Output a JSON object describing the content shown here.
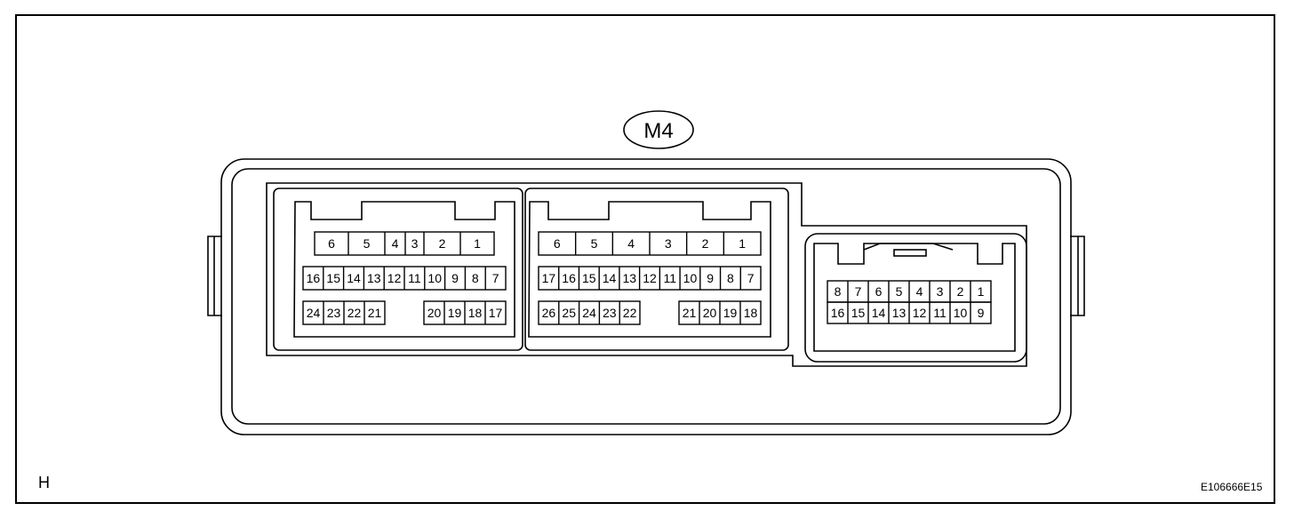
{
  "connector_label": "M4",
  "corner_label": "H",
  "figure_code": "E106666E15",
  "connector_a": {
    "row1": [
      "6",
      "5",
      "4",
      "3",
      "2",
      "1"
    ],
    "row2": [
      "16",
      "15",
      "14",
      "13",
      "12",
      "11",
      "10",
      "9",
      "8",
      "7"
    ],
    "row3_left": [
      "24",
      "23",
      "22",
      "21"
    ],
    "row3_right": [
      "20",
      "19",
      "18",
      "17"
    ]
  },
  "connector_b": {
    "row1": [
      "6",
      "5",
      "4",
      "3",
      "2",
      "1"
    ],
    "row2": [
      "17",
      "16",
      "15",
      "14",
      "13",
      "12",
      "11",
      "10",
      "9",
      "8",
      "7"
    ],
    "row3_left": [
      "26",
      "25",
      "24",
      "23",
      "22"
    ],
    "row3_right": [
      "21",
      "20",
      "19",
      "18"
    ]
  },
  "connector_c": {
    "row1": [
      "8",
      "7",
      "6",
      "5",
      "4",
      "3",
      "2",
      "1"
    ],
    "row2": [
      "16",
      "15",
      "14",
      "13",
      "12",
      "11",
      "10",
      "9"
    ]
  }
}
